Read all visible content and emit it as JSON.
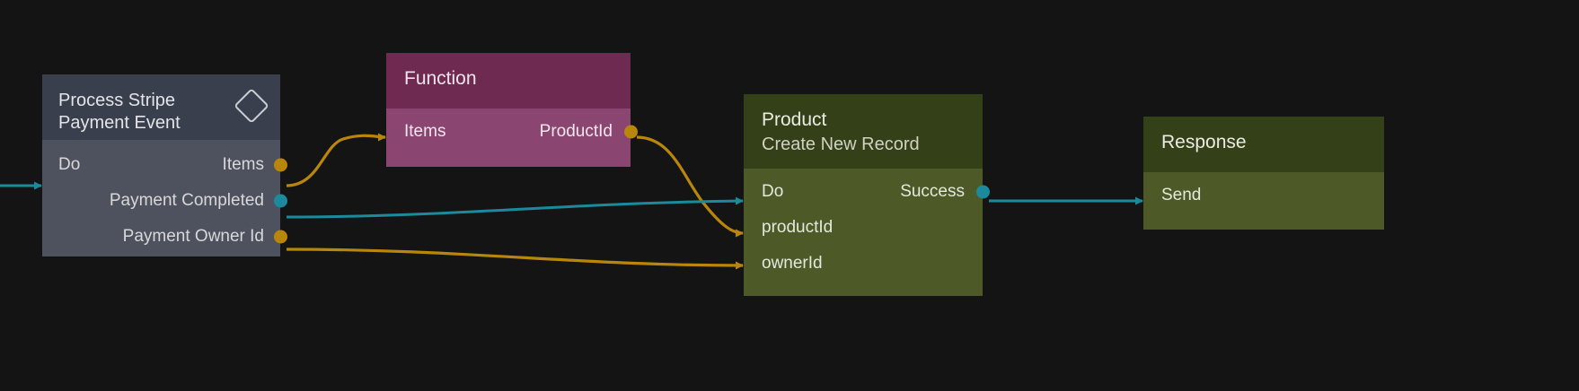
{
  "canvas": {
    "background": "#141414",
    "edge_colors": {
      "data": "#b8860b",
      "exec": "#1b8a9c"
    },
    "port_colors": {
      "data": "#b8860b",
      "exec": "#1b8a9c"
    }
  },
  "nodes": [
    {
      "id": "process-stripe-payment-event",
      "title": "Process Stripe\nPayment Event",
      "subtitle": "",
      "icon": "diamond-icon",
      "header_color": "#3a3f4d",
      "body_color": "#4e525e",
      "inputs": [
        {
          "label": "Do",
          "type": "exec"
        }
      ],
      "outputs": [
        {
          "label": "Items",
          "type": "data"
        },
        {
          "label": "Payment Completed",
          "type": "exec"
        },
        {
          "label": "Payment Owner Id",
          "type": "data"
        }
      ]
    },
    {
      "id": "function",
      "title": "Function",
      "subtitle": "",
      "header_color": "#6e2a51",
      "body_color": "#8b4571",
      "inputs": [
        {
          "label": "Items",
          "type": "data"
        }
      ],
      "outputs": [
        {
          "label": "ProductId",
          "type": "data"
        }
      ]
    },
    {
      "id": "product",
      "title": "Product",
      "subtitle": "Create New Record",
      "header_color": "#344018",
      "body_color": "#4d5a27",
      "inputs": [
        {
          "label": "Do",
          "type": "exec"
        },
        {
          "label": "productId",
          "type": "data"
        },
        {
          "label": "ownerId",
          "type": "data"
        }
      ],
      "outputs": [
        {
          "label": "Success",
          "type": "exec"
        }
      ]
    },
    {
      "id": "response",
      "title": "Response",
      "subtitle": "",
      "header_color": "#344018",
      "body_color": "#4d5a27",
      "inputs": [
        {
          "label": "Send",
          "type": "exec"
        }
      ],
      "outputs": []
    }
  ],
  "connections": [
    {
      "from": "canvas-left",
      "to": "process-stripe-payment-event.Do",
      "type": "exec"
    },
    {
      "from": "process-stripe-payment-event.Items",
      "to": "function.Items",
      "type": "data"
    },
    {
      "from": "function.ProductId",
      "to": "product.productId",
      "type": "data"
    },
    {
      "from": "process-stripe-payment-event.Payment Completed",
      "to": "product.Do",
      "type": "exec"
    },
    {
      "from": "process-stripe-payment-event.Payment Owner Id",
      "to": "product.ownerId",
      "type": "data"
    },
    {
      "from": "product.Success",
      "to": "response.Send",
      "type": "exec"
    }
  ]
}
